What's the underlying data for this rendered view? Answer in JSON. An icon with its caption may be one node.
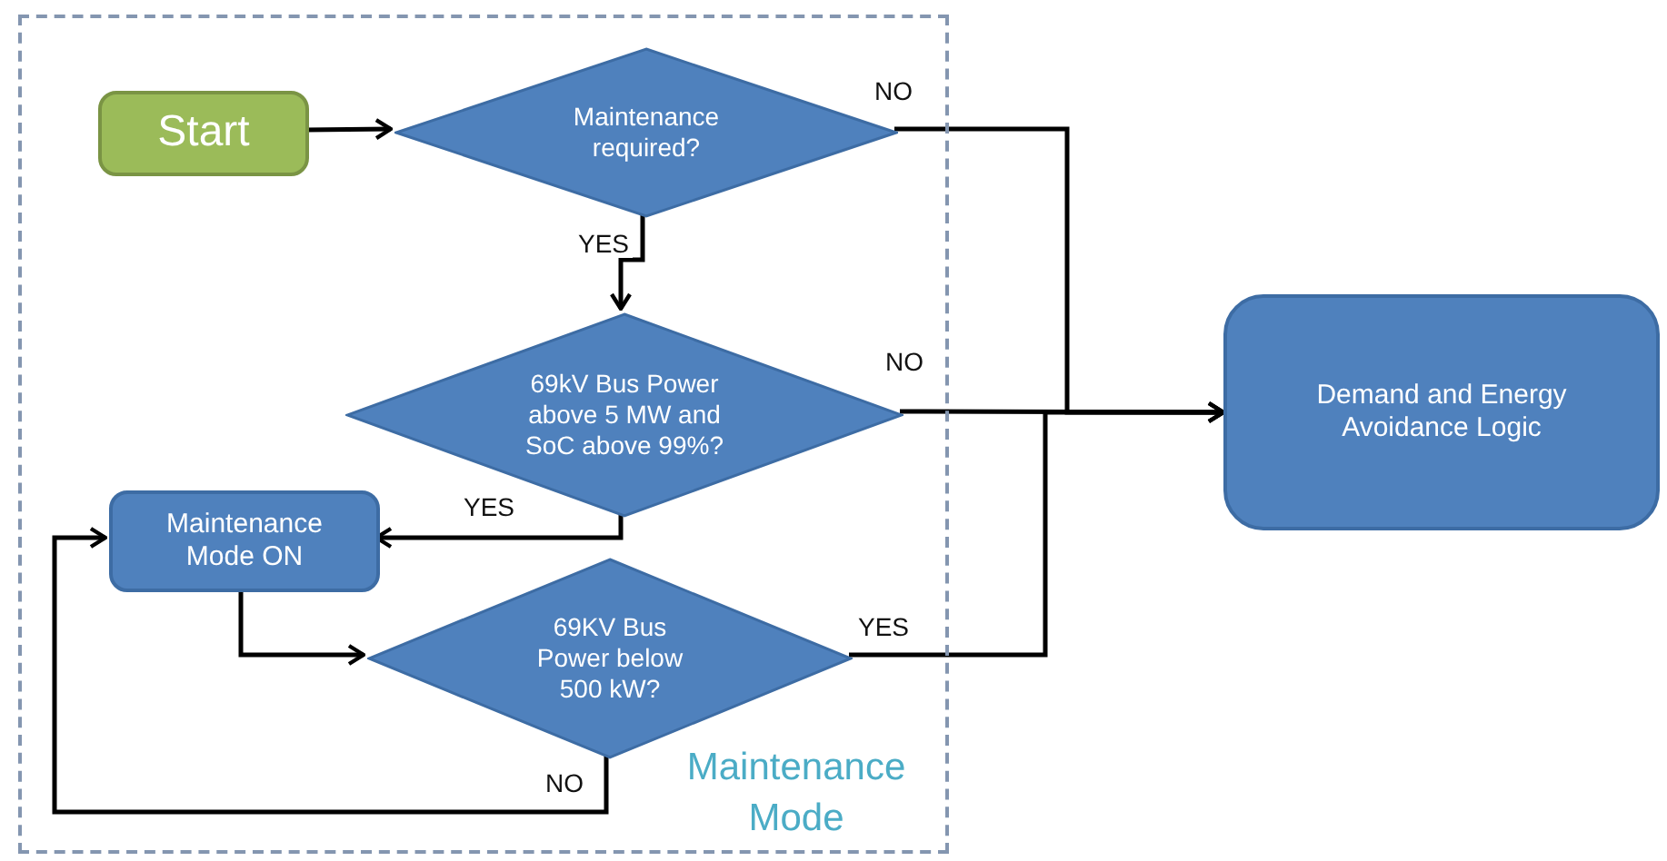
{
  "diagram": {
    "nodes": [
      {
        "text": [
          "Maintenance Mode"
        ]
      },
      {
        "text": [
          "Start"
        ],
        "in": 0
      },
      {
        "text": [
          "Maintenance required?"
        ],
        "in": 0
      },
      {
        "text": [
          "69kV Bus Power  above 5 MW and SoC above 99%?"
        ],
        "in": 0
      },
      {
        "text": [
          "Maintenance Mode ON"
        ],
        "in": 0
      },
      {
        "text": [
          "69KV Bus Power below 500 kW?"
        ],
        "in": 0
      },
      {
        "text": [
          "Demand and Energy Avoidance Logic"
        ]
      }
    ],
    "edges": [
      {
        "from": 1,
        "to": 2,
        "arrow": "to"
      },
      {
        "from": 2,
        "to": 6,
        "arrow": "to",
        "label": "NO"
      },
      {
        "from": 2,
        "to": 3,
        "arrow": "to",
        "label": "YES"
      },
      {
        "from": 3,
        "to": 6,
        "arrow": "to",
        "label": "NO"
      },
      {
        "from": 3,
        "to": 4,
        "arrow": "to",
        "label": "YES"
      },
      {
        "from": 4,
        "to": 5,
        "arrow": "to"
      },
      {
        "from": 5,
        "to": 6,
        "arrow": "to",
        "label": "YES"
      },
      {
        "from": 5,
        "to": 4,
        "arrow": "to",
        "label": "NO"
      }
    ]
  }
}
